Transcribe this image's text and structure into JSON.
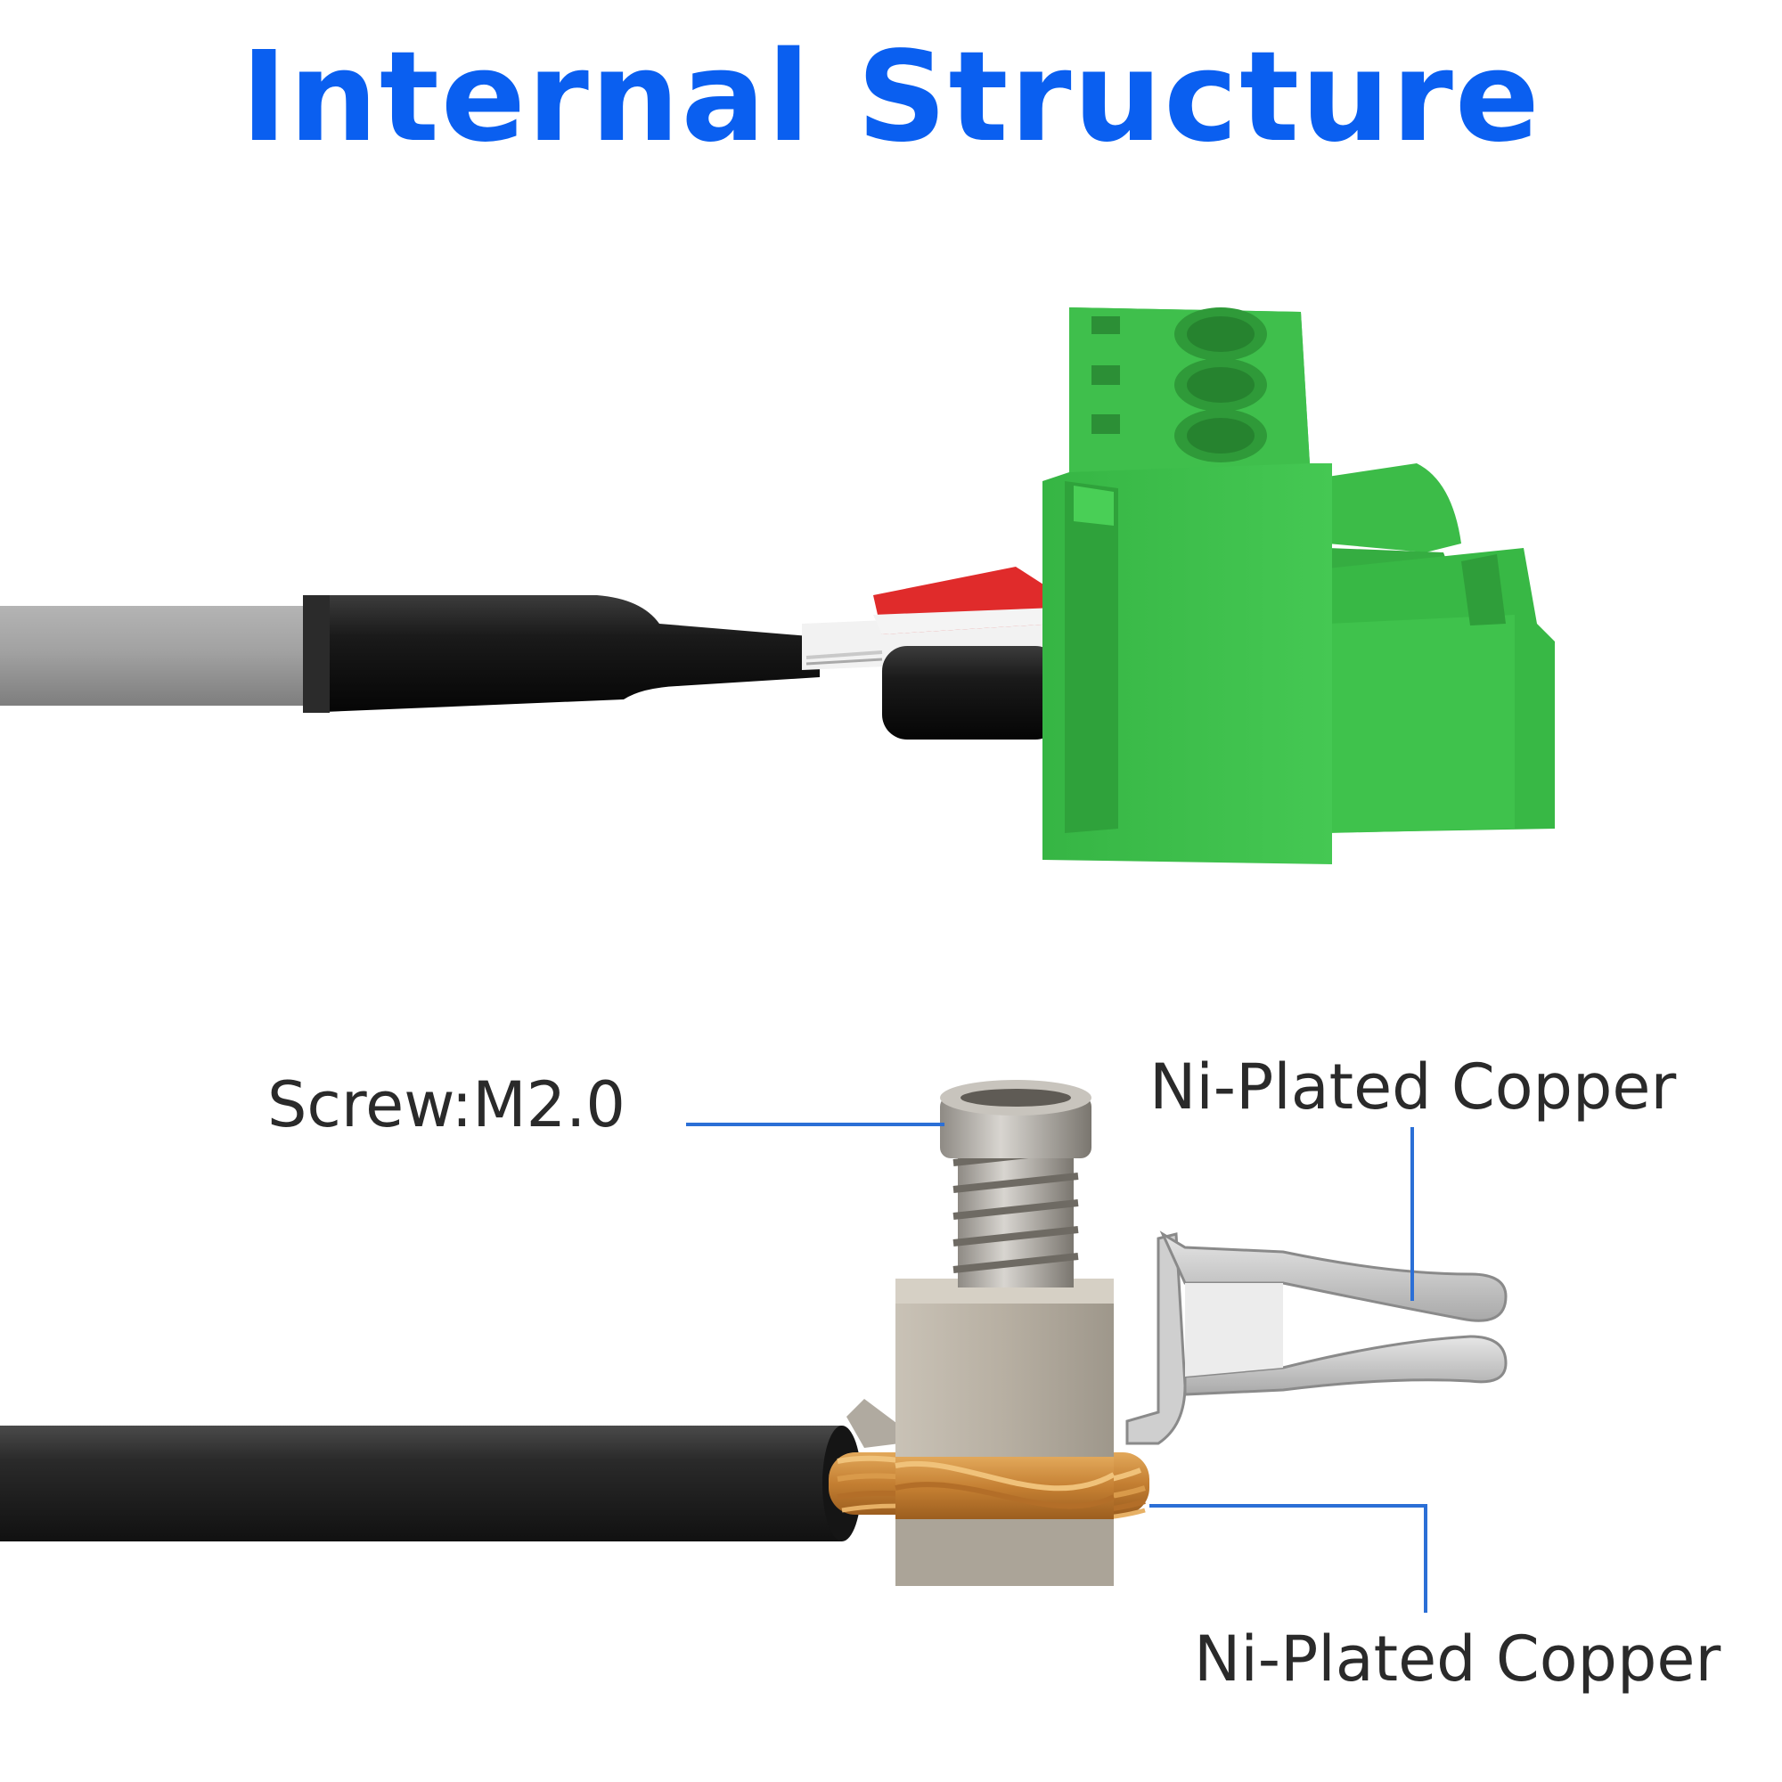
{
  "title": "Internal Structure",
  "labels": {
    "screw": "Screw:M2.0",
    "clip": "Ni-Plated Copper",
    "box": "Ni-Plated Copper"
  },
  "colors": {
    "title": "#0a5ff0",
    "callout_line": "#2b6fd6",
    "connector_green": "#3dbd4a",
    "cable_gray": "#9a9a9a",
    "cable_black": "#222222",
    "wire_red": "#e02b2b",
    "copper": "#c98a3a",
    "nickel": "#b9b2a6"
  }
}
